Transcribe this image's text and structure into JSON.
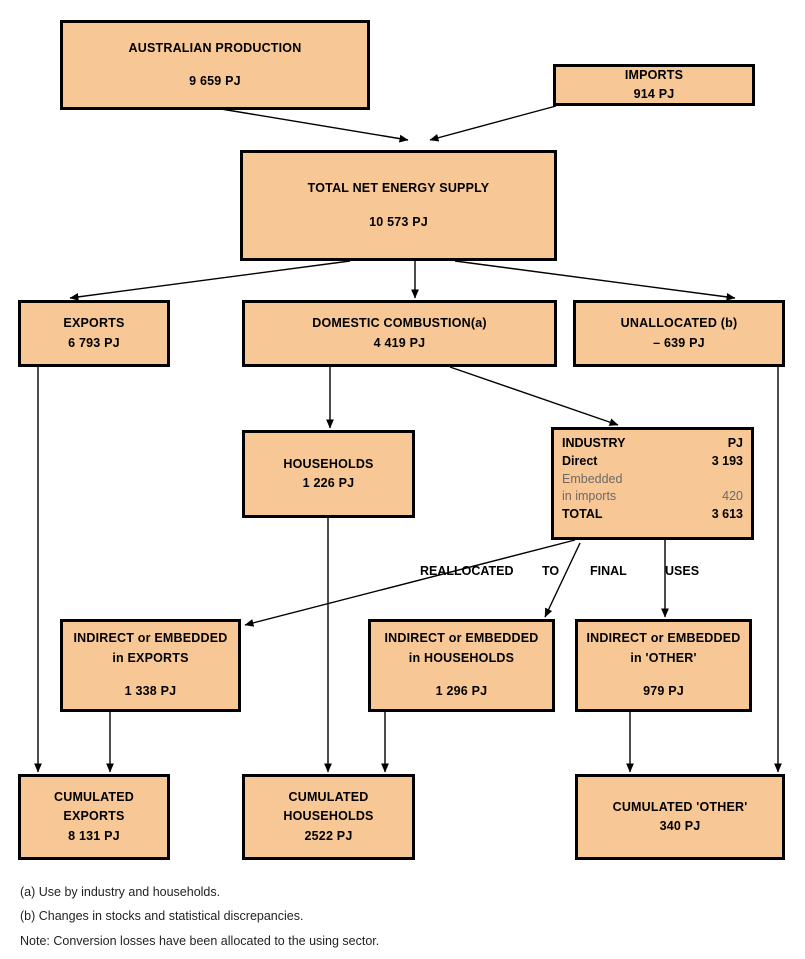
{
  "title": "Australian energy flows diagram",
  "palette": {
    "box_fill": "#f7c795",
    "box_border": "#000000",
    "text": "#000000",
    "faint_text": "#6e6a66",
    "background": "#ffffff"
  },
  "units": "PJ",
  "nodes": {
    "australian_production": {
      "label": "AUSTRALIAN PRODUCTION",
      "value": "9 659 PJ"
    },
    "imports": {
      "label": "IMPORTS",
      "value": "914 PJ"
    },
    "total_net_energy_supply": {
      "label": "TOTAL NET ENERGY SUPPLY",
      "value": "10 573 PJ"
    },
    "exports": {
      "label": "EXPORTS",
      "value": "6 793 PJ"
    },
    "domestic_combustion": {
      "label": "DOMESTIC COMBUSTION(a)",
      "value": "4 419 PJ"
    },
    "unallocated": {
      "label": "UNALLOCATED (b)",
      "value": "– 639 PJ"
    },
    "households": {
      "label": "HOUSEHOLDS",
      "value": "1 226 PJ"
    },
    "industry": {
      "title": "INDUSTRY",
      "unit_header": "PJ",
      "rows": [
        {
          "label": "INDUSTRY",
          "value": "PJ",
          "style": "strong"
        },
        {
          "label": "Direct",
          "value": "3 193",
          "style": "strong"
        },
        {
          "label": "Embedded",
          "value": "",
          "style": "faint"
        },
        {
          "label": "in imports",
          "value": "420",
          "style": "faint"
        },
        {
          "label": "TOTAL",
          "value": "3 613",
          "style": "strong"
        }
      ]
    },
    "indirect_exports": {
      "label_line1": "INDIRECT or EMBEDDED",
      "label_line2": "in EXPORTS",
      "value": "1 338 PJ"
    },
    "indirect_households": {
      "label_line1": "INDIRECT or EMBEDDED",
      "label_line2": "in HOUSEHOLDS",
      "value": "1 296 PJ"
    },
    "indirect_other": {
      "label_line1": "INDIRECT or EMBEDDED",
      "label_line2": "in 'OTHER'",
      "value": "979 PJ"
    },
    "cumulated_exports": {
      "label_line1": "CUMULATED",
      "label_line2": "EXPORTS",
      "value": "8 131 PJ"
    },
    "cumulated_households": {
      "label_line1": "CUMULATED",
      "label_line2": "HOUSEHOLDS",
      "value": "2522 PJ"
    },
    "cumulated_other": {
      "label_line1": "CUMULATED 'OTHER'",
      "value": "340 PJ"
    }
  },
  "band_labels": {
    "reallocated": "REALLOCATED",
    "to": "TO",
    "final": "FINAL",
    "uses": "USES"
  },
  "footnotes": {
    "a": "(a) Use by industry and households.",
    "b": "(b) Changes in stocks and statistical discrepancies.",
    "note": "Note: Conversion losses have been allocated to the using sector."
  },
  "chart_data": {
    "type": "diagram",
    "diagram_kind": "energy-flow",
    "units": "PJ",
    "nodes": [
      {
        "id": "australian_production",
        "label": "AUSTRALIAN PRODUCTION",
        "value": 9659
      },
      {
        "id": "imports",
        "label": "IMPORTS",
        "value": 914
      },
      {
        "id": "total_net_energy_supply",
        "label": "TOTAL NET ENERGY SUPPLY",
        "value": 10573
      },
      {
        "id": "exports",
        "label": "EXPORTS",
        "value": 6793
      },
      {
        "id": "domestic_combustion",
        "label": "DOMESTIC COMBUSTION(a)",
        "value": 4419
      },
      {
        "id": "unallocated",
        "label": "UNALLOCATED (b)",
        "value": -639
      },
      {
        "id": "households",
        "label": "HOUSEHOLDS",
        "value": 1226
      },
      {
        "id": "industry_direct",
        "label": "INDUSTRY Direct",
        "value": 3193
      },
      {
        "id": "industry_embedded_in_imports",
        "label": "INDUSTRY Embedded in imports",
        "value": 420
      },
      {
        "id": "industry_total",
        "label": "INDUSTRY TOTAL",
        "value": 3613
      },
      {
        "id": "indirect_exports",
        "label": "INDIRECT or EMBEDDED in EXPORTS",
        "value": 1338
      },
      {
        "id": "indirect_households",
        "label": "INDIRECT or EMBEDDED in HOUSEHOLDS",
        "value": 1296
      },
      {
        "id": "indirect_other",
        "label": "INDIRECT or EMBEDDED in 'OTHER'",
        "value": 979
      },
      {
        "id": "cumulated_exports",
        "label": "CUMULATED EXPORTS",
        "value": 8131
      },
      {
        "id": "cumulated_households",
        "label": "CUMULATED HOUSEHOLDS",
        "value": 2522
      },
      {
        "id": "cumulated_other",
        "label": "CUMULATED 'OTHER'",
        "value": 340
      }
    ],
    "edges": [
      {
        "from": "australian_production",
        "to": "total_net_energy_supply"
      },
      {
        "from": "imports",
        "to": "total_net_energy_supply"
      },
      {
        "from": "total_net_energy_supply",
        "to": "exports"
      },
      {
        "from": "total_net_energy_supply",
        "to": "domestic_combustion"
      },
      {
        "from": "total_net_energy_supply",
        "to": "unallocated"
      },
      {
        "from": "domestic_combustion",
        "to": "households"
      },
      {
        "from": "domestic_combustion",
        "to": "industry_total"
      },
      {
        "from": "industry_total",
        "to": "indirect_exports"
      },
      {
        "from": "industry_total",
        "to": "indirect_households"
      },
      {
        "from": "industry_total",
        "to": "indirect_other"
      },
      {
        "from": "exports",
        "to": "cumulated_exports"
      },
      {
        "from": "indirect_exports",
        "to": "cumulated_exports"
      },
      {
        "from": "households",
        "to": "cumulated_households"
      },
      {
        "from": "indirect_households",
        "to": "cumulated_households"
      },
      {
        "from": "indirect_other",
        "to": "cumulated_other"
      },
      {
        "from": "unallocated",
        "to": "cumulated_other"
      }
    ],
    "title": "Australian energy flows"
  }
}
